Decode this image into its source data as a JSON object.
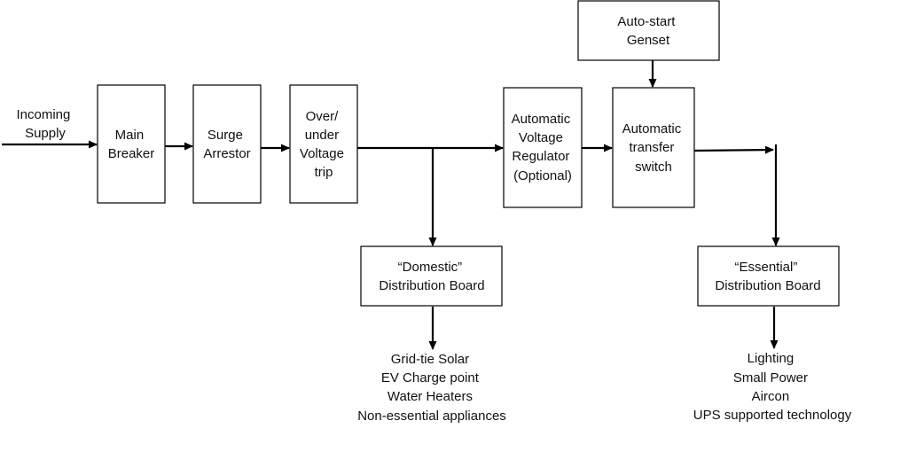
{
  "diagram": {
    "incoming": [
      "Incoming",
      "Supply"
    ],
    "main_breaker": [
      "Main",
      "Breaker"
    ],
    "surge_arrestor": [
      "Surge",
      "Arrestor"
    ],
    "voltage_trip": [
      "Over/",
      "under",
      "Voltage",
      "trip"
    ],
    "avr": [
      "Automatic",
      "Voltage",
      "Regulator",
      "(Optional)"
    ],
    "ats": [
      "Automatic",
      "transfer",
      "switch"
    ],
    "genset": [
      "Auto-start",
      "Genset"
    ],
    "domestic_board": [
      "“Domestic”",
      "Distribution Board"
    ],
    "essential_board": [
      "“Essential”",
      "Distribution Board"
    ],
    "domestic_loads": [
      "Grid-tie Solar",
      "EV Charge point",
      "Water Heaters",
      "Non-essential appliances"
    ],
    "essential_loads": [
      "Lighting",
      "Small Power",
      "Aircon",
      "UPS supported technology"
    ]
  }
}
